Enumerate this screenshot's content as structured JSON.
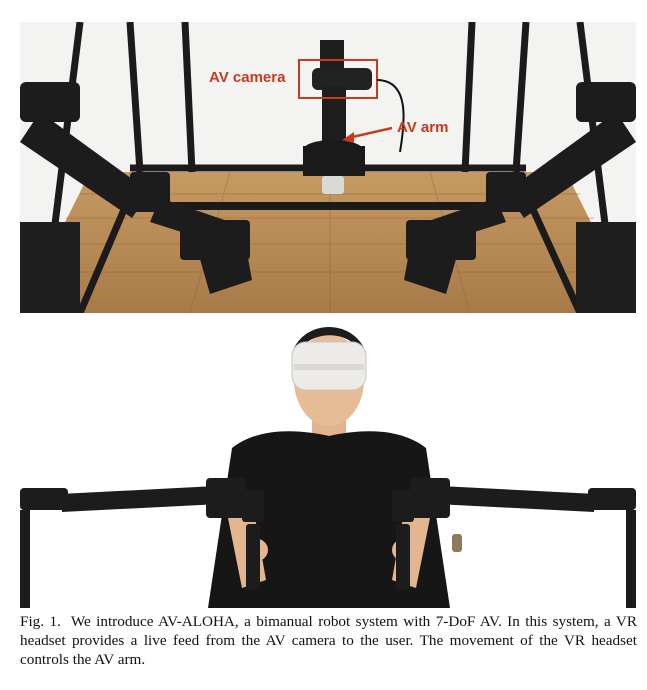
{
  "figure": {
    "top_image": {
      "annotations": {
        "camera_label": "AV camera",
        "arm_label": "AV arm"
      },
      "colors": {
        "annotation": "#c8391e",
        "table_wood": "#b98b57",
        "frame": "#1b1b1b"
      }
    },
    "bottom_image": {
      "colors": {
        "shirt": "#161616",
        "headset": "#ecebe7",
        "arms": "#1c1c1c"
      }
    },
    "caption": {
      "label": "Fig. 1.",
      "text": "We introduce AV-ALOHA, a bimanual robot system with 7-DoF AV. In this system, a VR headset provides a live feed from the AV camera to the user. The movement of the VR headset controls the AV arm."
    }
  }
}
